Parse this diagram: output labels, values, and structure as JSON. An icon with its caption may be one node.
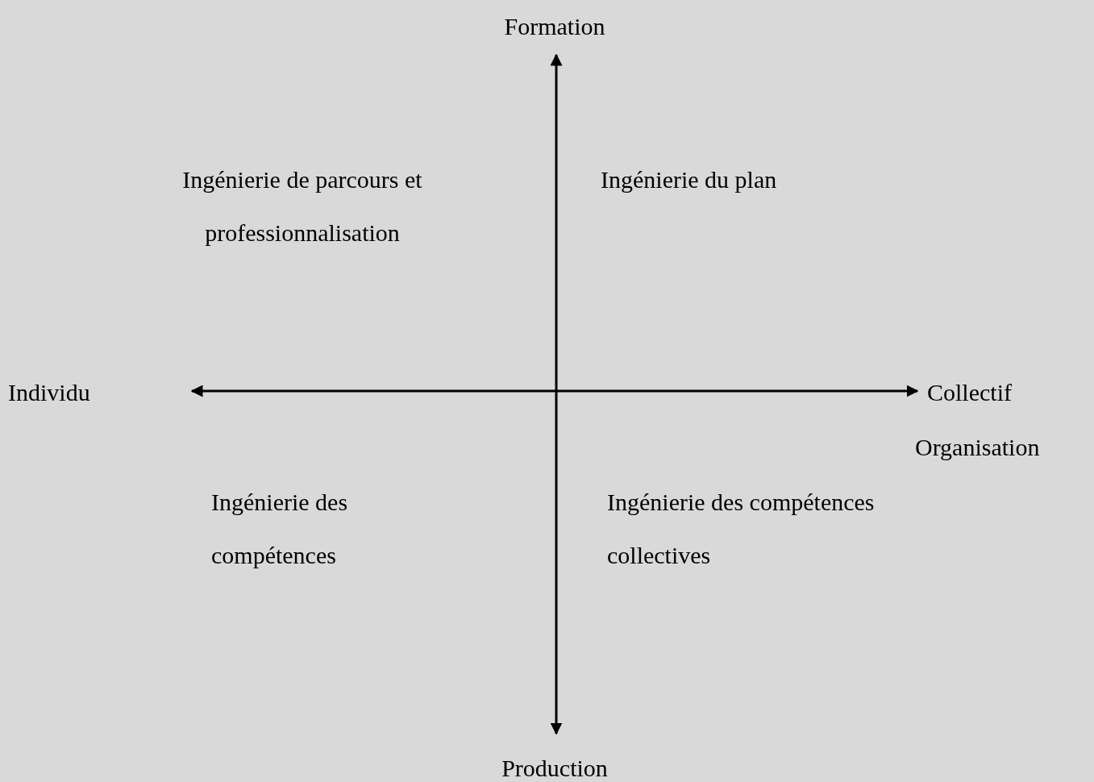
{
  "diagram": {
    "labels": [
      "Formation",
      "Ingénierie de parcours et professionnalisation",
      "Ingénierie du plan",
      "Individu",
      "Collectif",
      "Organisation",
      "Ingénierie des compétences",
      "Ingénierie des compétences collectives",
      "Production"
    ]
  }
}
